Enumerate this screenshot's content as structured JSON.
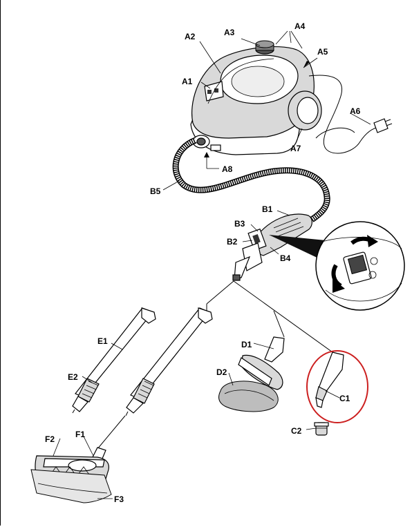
{
  "labels": {
    "a1": "A1",
    "a2": "A2",
    "a3": "A3",
    "a4": "A4",
    "a5": "A5",
    "a6": "A6",
    "a7": "A7",
    "a8": "A8",
    "b1": "B1",
    "b2": "B2",
    "b3": "B3",
    "b4": "B4",
    "b5": "B5",
    "c1": "C1",
    "c2": "C2",
    "d1": "D1",
    "d2": "D2",
    "e1": "E1",
    "e2": "E2",
    "f1": "F1",
    "f2": "F2",
    "f3": "F3"
  },
  "highlight": {
    "target": "C1",
    "color": "#cc1f1f"
  }
}
